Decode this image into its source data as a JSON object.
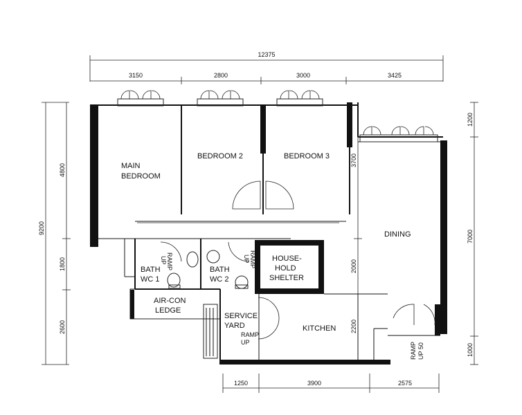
{
  "rooms": {
    "main_bedroom": [
      "MAIN",
      "BEDROOM"
    ],
    "bedroom2": "BEDROOM 2",
    "bedroom3": "BEDROOM 3",
    "dining": "DINING",
    "bath1": [
      "BATH",
      "WC 1"
    ],
    "bath2": [
      "BATH",
      "WC 2"
    ],
    "shelter": [
      "HOUSE-",
      "HOLD",
      "SHELTER"
    ],
    "aircon": [
      "AIR-CON",
      "LEDGE"
    ],
    "service_yard": [
      "SERVICE",
      "YARD"
    ],
    "kitchen": "KITCHEN"
  },
  "ramps": {
    "bath1": [
      "RAMP",
      "UP"
    ],
    "bath2": [
      "RAMP",
      "UP"
    ],
    "service_yard": [
      "RAMP",
      "UP"
    ],
    "entrance": [
      "RAMP",
      "UP 50"
    ]
  },
  "dimensions": {
    "top_total": "12375",
    "top": [
      "3150",
      "2800",
      "3000",
      "3425"
    ],
    "bottom": [
      "1250",
      "3900",
      "2575"
    ],
    "left_total": "9200",
    "left": [
      "4800",
      "1800",
      "2600"
    ],
    "right_total": "7000",
    "right": [
      "1200",
      "1000"
    ],
    "inner": [
      "3700",
      "2000",
      "2200"
    ]
  },
  "colors": {
    "line": "#111111",
    "background": "#ffffff"
  }
}
